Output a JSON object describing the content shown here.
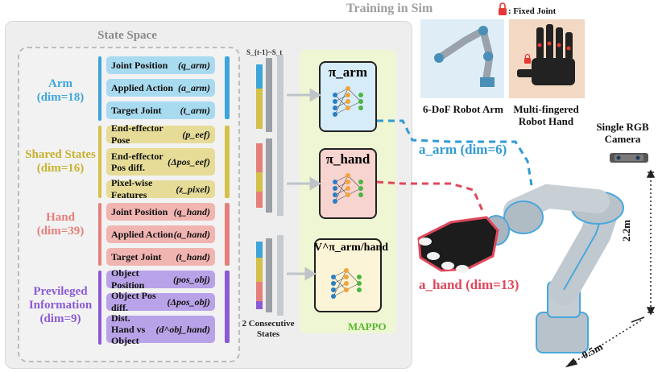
{
  "title": "Training in Sim",
  "state_space": {
    "title": "State Space",
    "groups": [
      {
        "label": "Arm",
        "dim": "(dim=18)",
        "color": "#3da5d9"
      },
      {
        "label": "Shared States",
        "dim": "(dim=16)",
        "color": "#d4c14a"
      },
      {
        "label": "Hand",
        "dim": "(dim=39)",
        "color": "#e57f7a"
      },
      {
        "label": "Previleged",
        "label2": "Information",
        "dim": "(dim=9)",
        "color": "#8b5bd6"
      }
    ],
    "items": [
      {
        "text": "Joint Position",
        "math": "(q_arm)"
      },
      {
        "text": "Applied Action",
        "math": "(a_arm)"
      },
      {
        "text": "Target Joint",
        "math": "(t_arm)"
      },
      {
        "text": "End-effector Pose",
        "math": "(p_eef)"
      },
      {
        "text": "End-effector",
        "text2": "Pos diff.",
        "math": "(Δpos_eef)"
      },
      {
        "text": "Pixel-wise Features",
        "math": "(z_pixel)"
      },
      {
        "text": "Joint Position",
        "math": "(q_hand)"
      },
      {
        "text": "Applied Action",
        "math": "(a_hand)"
      },
      {
        "text": "Target Joint",
        "math": "(t_hand)"
      },
      {
        "text": "Object Position",
        "math": "(pos_obj)"
      },
      {
        "text": "Object Pos diff.",
        "math": "(Δpos_obj)"
      },
      {
        "text": "Dist.",
        "text2": "Hand vs Object",
        "math": "(d^obj_hand)"
      }
    ]
  },
  "stack_label": "S_{t-1}~S_t",
  "consecutive": {
    "line1": "2 Consecutive",
    "line2": "States"
  },
  "policies": {
    "arm": "π_arm",
    "hand": "π_hand",
    "value": "V^π_arm/hand",
    "mappo": "MAPPO"
  },
  "robots": {
    "arm_caption": "6-DoF Robot Arm",
    "hand_caption_1": "Multi-fingered",
    "hand_caption_2": "Robot Hand",
    "fixed_joint": ": Fixed Joint",
    "camera_1": "Single RGB",
    "camera_2": "Camera"
  },
  "actions": {
    "arm": "a_arm (dim=6)",
    "hand": "a_hand (dim=13)"
  },
  "dims": {
    "height": "2.2m",
    "width": "0.5m"
  },
  "colors": {
    "arm": "#3da5d9",
    "shared": "#d4c14a",
    "hand": "#e57f7a",
    "priv": "#8b5bd6",
    "mappo": "#5cb82e",
    "arm_dash": "#2f9bd4",
    "hand_dash": "#e0475b"
  }
}
